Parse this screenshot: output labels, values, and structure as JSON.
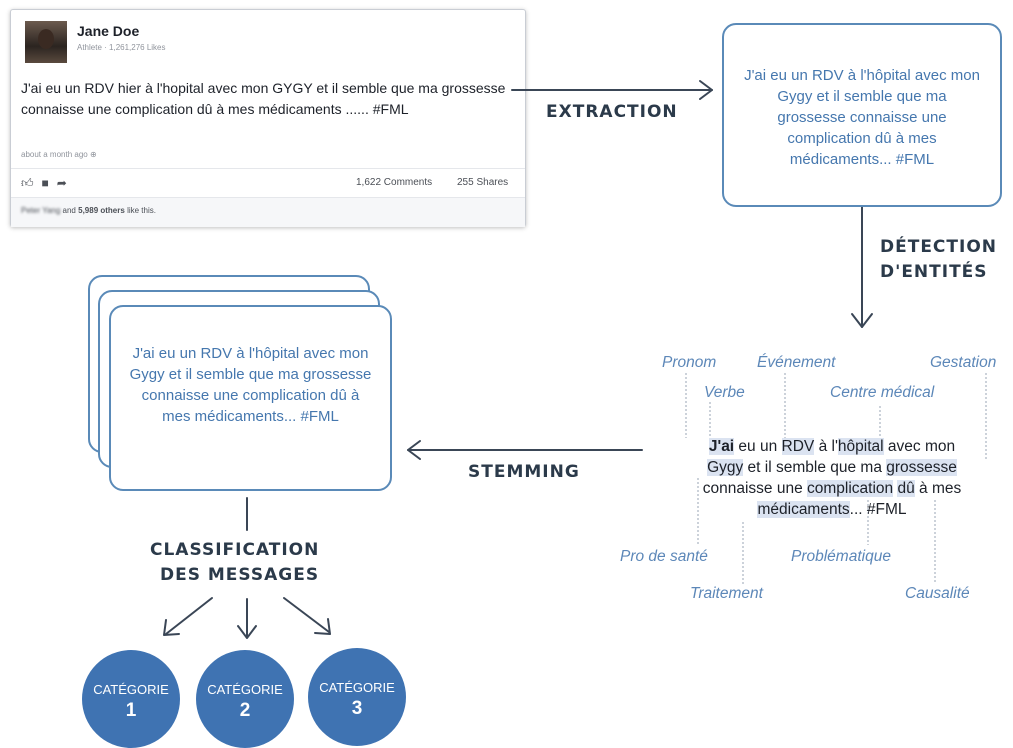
{
  "post": {
    "name": "Jane Doe",
    "subtitle": "Athlete · 1,261,276 Likes",
    "text": "J'ai eu un RDV hier à l'hopital avec mon GYGY et il semble que ma grossesse connaisse une complication dû à mes médicaments ...... #FML",
    "time": "about a month ago",
    "comments": "1,622 Comments",
    "shares": "255 Shares",
    "likes_names": "Peter Yang",
    "likes_rest": "and",
    "likes_count": "5,989 others",
    "likes_tail": "like this.",
    "icons": [
      "like-icon",
      "comment-icon",
      "share-icon",
      "globe-icon"
    ]
  },
  "extracted_text": "J'ai eu un RDV à l'hôpital avec mon Gygy et il semble que ma grossesse connaisse une complication dû à mes médicaments... #FML",
  "steps": {
    "extraction": "EXTRACTION",
    "detection_1": "DÉTECTION",
    "detection_2": "D'ENTITÉS",
    "stemming": "STEMMING",
    "classification_1": "CLASSIFICATION",
    "classification_2": "DES MESSAGES"
  },
  "entities": {
    "pronom": "Pronom",
    "evenement": "Événement",
    "gestation": "Gestation",
    "verbe": "Verbe",
    "centre_medical": "Centre médical",
    "pro_sante": "Pro de santé",
    "problematique": "Problématique",
    "traitement": "Traitement",
    "causalite": "Causalité"
  },
  "annotated": {
    "w_j": "J'",
    "w_ai": "ai",
    "w_eu_un": " eu un ",
    "w_rdv": "RDV",
    "w_a_l": " à l'",
    "w_hopital": "hôpital",
    "w_avec": " avec mon",
    "w_gygy": "Gygy",
    "w_et": " et il semble que ma ",
    "w_grossesse": "grossesse",
    "w_connaisse": "connaisse une ",
    "w_complication": "complication",
    "w_sp": " ",
    "w_du": "dû",
    "w_amesp": " à mes",
    "w_medicaments": "médicaments",
    "w_end": "... #FML"
  },
  "categories": [
    {
      "label": "CATÉGORIE",
      "number": "1"
    },
    {
      "label": "CATÉGORIE",
      "number": "2"
    },
    {
      "label": "CATÉGORIE",
      "number": "3"
    }
  ],
  "colors": {
    "accent_blue": "#3f73b2",
    "box_border": "#5a8ab8",
    "text_blue": "#4577ae",
    "highlight": "#dbe3f1",
    "step_text": "#2b3a4a"
  }
}
